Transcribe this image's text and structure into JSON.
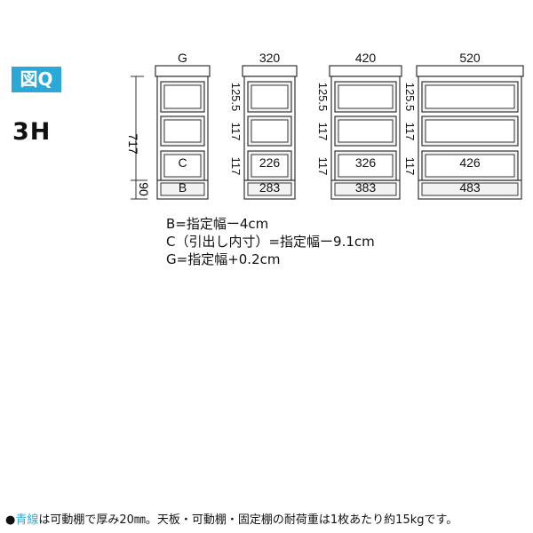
{
  "figure_label": "図Q",
  "size_code": "3H",
  "dimensions": {
    "total_height": "717",
    "base_height": "90",
    "drawer_heights": [
      "125.5",
      "117",
      "117"
    ]
  },
  "units": [
    {
      "top_label": "G",
      "drawer_width": "C",
      "base_width": "B",
      "drawer_count": 3
    },
    {
      "top_label": "320",
      "drawer_width": "226",
      "base_width": "283",
      "drawer_count": 3
    },
    {
      "top_label": "420",
      "drawer_width": "326",
      "base_width": "383",
      "drawer_count": 3
    },
    {
      "top_label": "520",
      "drawer_width": "426",
      "base_width": "483",
      "drawer_count": 3
    }
  ],
  "formulas": [
    "B=指定幅ー4cm",
    "C（引出し内寸）=指定幅ー9.1cm",
    "G=指定幅+0.2cm"
  ],
  "footnote": {
    "bullet": "●",
    "highlight": "青線",
    "text": "は可動棚で厚み20㎜。天板・可動棚・固定棚の耐荷重は1枚あたり約15kgです。"
  },
  "colors": {
    "accent": "#2aa9d8",
    "line": "#333333",
    "fill": "#f2f2f2"
  }
}
